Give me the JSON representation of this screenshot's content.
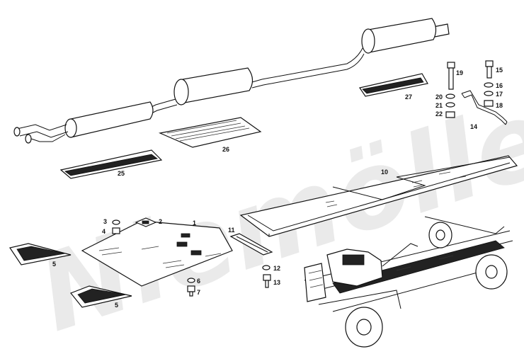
{
  "watermark": "Niemöller",
  "labels": {
    "p1": "1",
    "p2": "2",
    "p3": "3",
    "p4": "4",
    "p5a": "5",
    "p5b": "5",
    "p6": "6",
    "p7": "7",
    "p10": "10",
    "p11": "11",
    "p12": "12",
    "p13": "13",
    "p14": "14",
    "p15": "15",
    "p16": "16",
    "p17": "17",
    "p18": "18",
    "p19": "19",
    "p20": "20",
    "p21": "21",
    "p22": "22",
    "p25": "25",
    "p26": "26",
    "p27": "27"
  }
}
